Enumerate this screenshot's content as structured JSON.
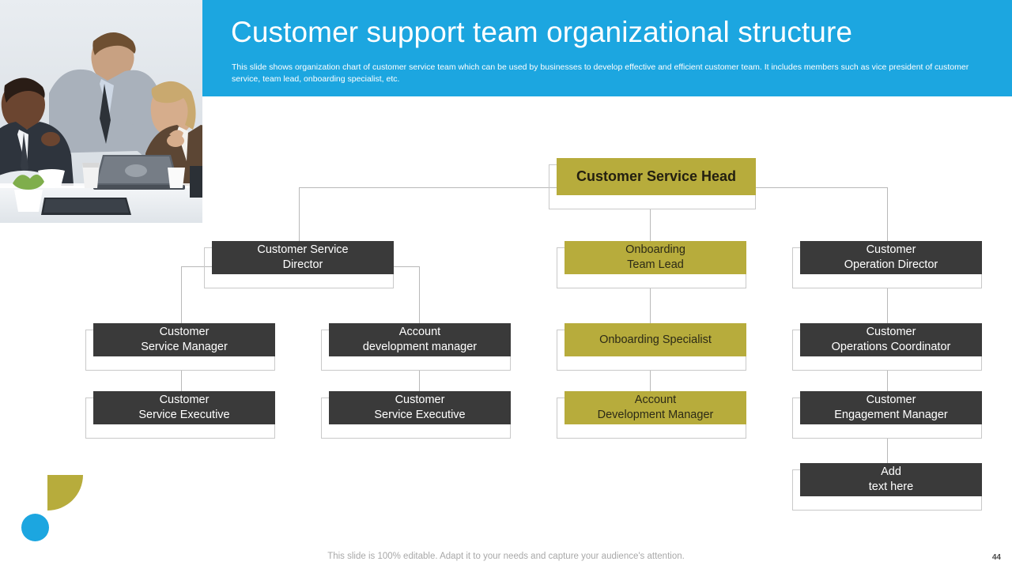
{
  "header": {
    "title": "Customer support team organizational structure",
    "subtitle": "This slide shows organization chart of customer service team which can be used by businesses to develop effective and efficient customer team. It includes members such as vice president of customer service, team lead, onboarding specialist, etc.",
    "band_color": "#1CA6E0"
  },
  "photo": {
    "alt": "business-team-meeting-photo"
  },
  "decor": {
    "quarter_color": "#B7AC3C",
    "circle_color": "#1CA6E0"
  },
  "chart_data": {
    "type": "diagram",
    "title": "Customer support team organizational structure",
    "colors": {
      "olive": "#B7AC3C",
      "dark": "#3A3A3A",
      "connector": "#b9b9b9"
    },
    "nodes": [
      {
        "id": "head",
        "label": "Customer Service Head",
        "style": "olive",
        "level": 0
      },
      {
        "id": "cs-director",
        "label": "Customer Service\nDirector",
        "style": "dark",
        "level": 1
      },
      {
        "id": "ob-lead",
        "label": "Onboarding\nTeam Lead",
        "style": "olive",
        "level": 1
      },
      {
        "id": "op-director",
        "label": "Customer\nOperation Director",
        "style": "dark",
        "level": 1
      },
      {
        "id": "cs-manager",
        "label": "Customer\nService Manager",
        "style": "dark",
        "level": 2
      },
      {
        "id": "acct-dev-mgr",
        "label": "Account\ndevelopment manager",
        "style": "dark",
        "level": 2
      },
      {
        "id": "ob-spec",
        "label": "Onboarding Specialist",
        "style": "olive",
        "level": 2
      },
      {
        "id": "ops-coord",
        "label": "Customer\nOperations Coordinator",
        "style": "dark",
        "level": 2
      },
      {
        "id": "cs-exec-1",
        "label": "Customer\nService Executive",
        "style": "dark",
        "level": 3
      },
      {
        "id": "cs-exec-2",
        "label": "Customer\nService Executive",
        "style": "dark",
        "level": 3
      },
      {
        "id": "acct-dev-mgr2",
        "label": "Account\nDevelopment Manager",
        "style": "olive",
        "level": 3
      },
      {
        "id": "engage-mgr",
        "label": "Customer\nEngagement Manager",
        "style": "dark",
        "level": 3
      },
      {
        "id": "add-text",
        "label": "Add\ntext here",
        "style": "dark",
        "level": 4
      }
    ],
    "edges": [
      [
        "head",
        "cs-director"
      ],
      [
        "head",
        "ob-lead"
      ],
      [
        "head",
        "op-director"
      ],
      [
        "cs-director",
        "cs-manager"
      ],
      [
        "cs-director",
        "acct-dev-mgr"
      ],
      [
        "ob-lead",
        "ob-spec"
      ],
      [
        "op-director",
        "ops-coord"
      ],
      [
        "cs-manager",
        "cs-exec-1"
      ],
      [
        "acct-dev-mgr",
        "cs-exec-2"
      ],
      [
        "ob-spec",
        "acct-dev-mgr2"
      ],
      [
        "ops-coord",
        "engage-mgr"
      ],
      [
        "engage-mgr",
        "add-text"
      ]
    ]
  },
  "nodes": {
    "head": "Customer Service Head",
    "cs_director_1": "Customer Service",
    "cs_director_2": "Director",
    "ob_lead_1": "Onboarding",
    "ob_lead_2": "Team Lead",
    "op_director_1": "Customer",
    "op_director_2": "Operation Director",
    "cs_manager_1": "Customer",
    "cs_manager_2": "Service Manager",
    "acct_dev_1": "Account",
    "acct_dev_2": "development manager",
    "ob_spec": "Onboarding Specialist",
    "ops_coord_1": "Customer",
    "ops_coord_2": "Operations Coordinator",
    "cs_exec_a_1": "Customer",
    "cs_exec_a_2": "Service Executive",
    "cs_exec_b_1": "Customer",
    "cs_exec_b_2": "Service Executive",
    "acct_dev2_1": "Account",
    "acct_dev2_2": "Development Manager",
    "engage_1": "Customer",
    "engage_2": "Engagement Manager",
    "add_1": "Add",
    "add_2": "text here"
  },
  "footer": {
    "note": "This slide is 100% editable. Adapt it to your needs and capture your audience's attention.",
    "page_number": "44"
  }
}
